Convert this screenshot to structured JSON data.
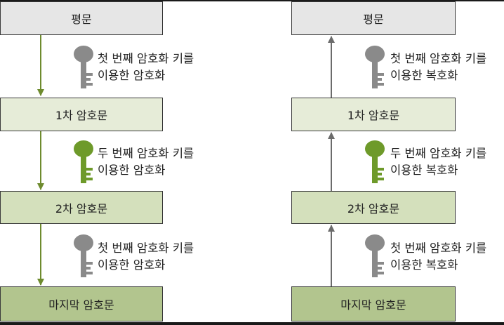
{
  "colors": {
    "enc_arrow": "#6e8b2e",
    "dec_arrow": "#6b6b6b",
    "key_gray": "#8a8a8a",
    "key_green": "#6e9a2a"
  },
  "encryption": {
    "plaintext": "평문",
    "cipher1": "1차 암호문",
    "cipher2": "2차 암호문",
    "final": "마지막 암호문",
    "step1": {
      "line1": "첫 번째 암호화 키를",
      "line2": "이용한 암호화",
      "key_icon": "gray-key-icon"
    },
    "step2": {
      "line1": "두 번째 암호화 키를",
      "line2": "이용한 암호화",
      "key_icon": "green-key-icon"
    },
    "step3": {
      "line1": "첫 번째 암호화 키를",
      "line2": "이용한 암호화",
      "key_icon": "gray-key-icon"
    }
  },
  "decryption": {
    "plaintext": "평문",
    "cipher1": "1차 암호문",
    "cipher2": "2차 암호문",
    "final": "마지막 암호문",
    "step1": {
      "line1": "첫 번째 암호화 키를",
      "line2": "이용한 복호화",
      "key_icon": "gray-key-icon"
    },
    "step2": {
      "line1": "두 번째 암호화 키를",
      "line2": "이용한 복호화",
      "key_icon": "green-key-icon"
    },
    "step3": {
      "line1": "첫 번째 암호화 키를",
      "line2": "이용한 복호화",
      "key_icon": "gray-key-icon"
    }
  }
}
